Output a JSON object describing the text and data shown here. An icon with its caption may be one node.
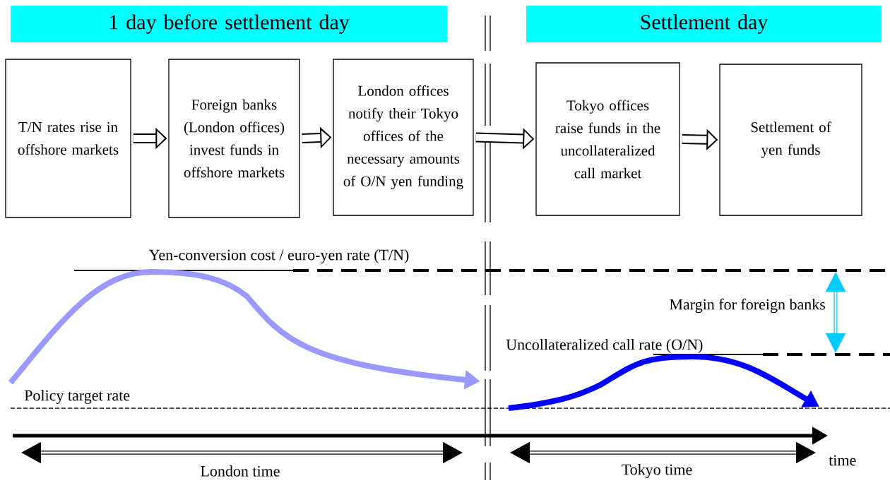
{
  "diagram": {
    "nodes": [
      {
        "text": [
          "1 day before settlement day"
        ]
      },
      {
        "text": [
          "Settlement day"
        ]
      },
      {
        "text": [
          "T/N rates rise in offshore markets"
        ]
      },
      {
        "text": [
          "Foreign banks (London offices) invest funds in offshore markets"
        ]
      },
      {
        "text": [
          "London offices notify their Tokyo offices of the necessary amounts of O/N yen funding"
        ]
      },
      {
        "text": [
          "Tokyo offices raise funds in the uncollateralized call market"
        ]
      },
      {
        "text": [
          "Settlement of yen funds"
        ]
      }
    ],
    "edges": [
      {
        "from": 2,
        "to": 3,
        "arrow": "to"
      },
      {
        "from": 3,
        "to": 4,
        "arrow": "to"
      },
      {
        "from": 4,
        "to": 5,
        "arrow": "to"
      },
      {
        "from": 5,
        "to": 6,
        "arrow": "to"
      }
    ],
    "labels": [
      "Yen-conversion cost / euro-yen rate (T/N)",
      "Margin for foreign banks",
      "Uncollateralized call rate (O/N)",
      "Policy target rate",
      "time",
      "London time",
      "Tokyo time"
    ]
  }
}
